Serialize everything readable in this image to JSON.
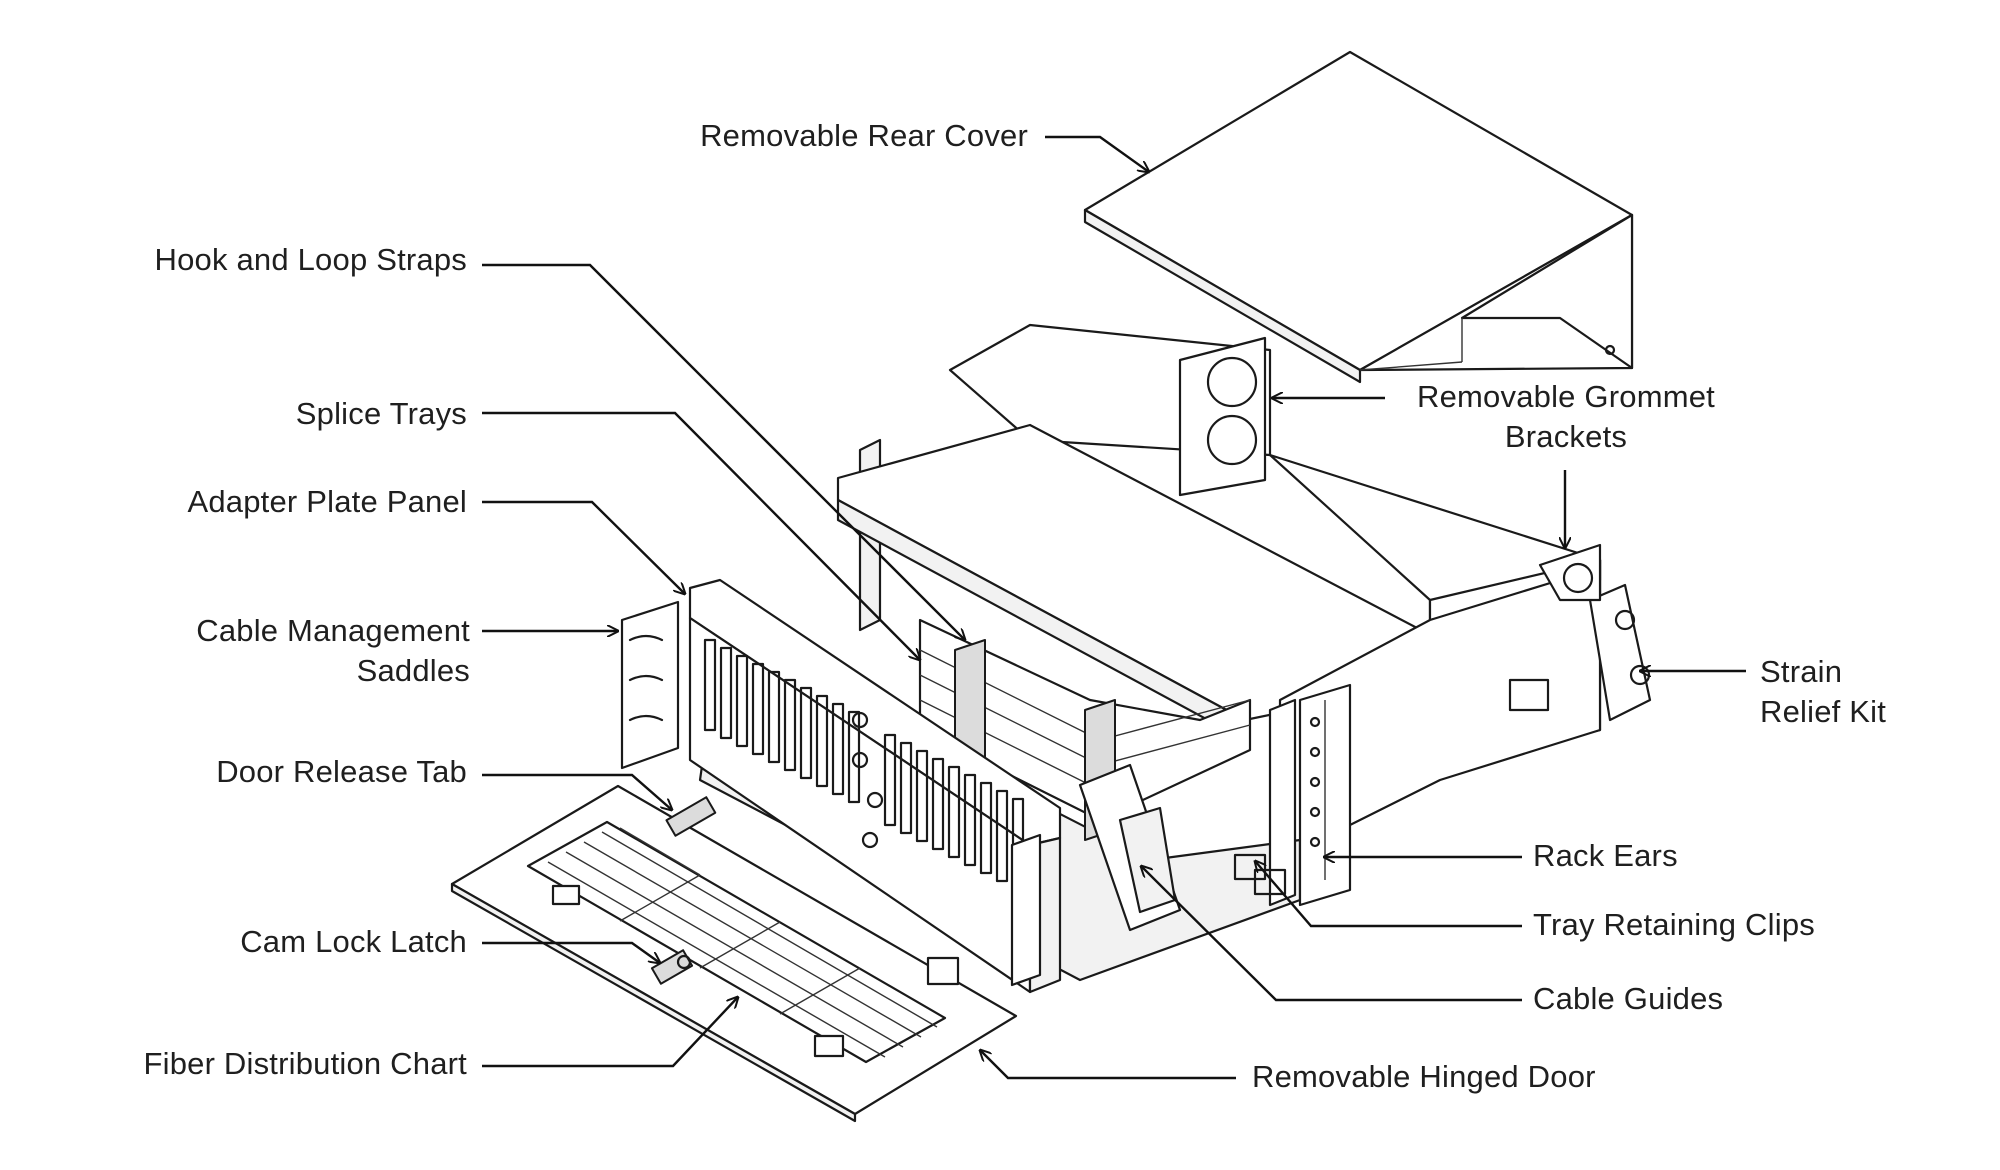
{
  "labels": {
    "removable_rear_cover": "Removable Rear Cover",
    "hook_and_loop_straps": "Hook and Loop Straps",
    "splice_trays": "Splice Trays",
    "adapter_plate_panel": "Adapter Plate Panel",
    "cable_management_saddles": [
      "Cable Management",
      "Saddles"
    ],
    "door_release_tab": "Door Release Tab",
    "cam_lock_latch": "Cam Lock Latch",
    "fiber_distribution_chart": "Fiber Distribution Chart",
    "removable_grommet_brackets": [
      "Removable Grommet",
      "Brackets"
    ],
    "strain_relief_kit": [
      "Strain",
      "Relief Kit"
    ],
    "rack_ears": "Rack Ears",
    "tray_retaining_clips": "Tray Retaining Clips",
    "cable_guides": "Cable Guides",
    "removable_hinged_door": "Removable Hinged Door"
  }
}
